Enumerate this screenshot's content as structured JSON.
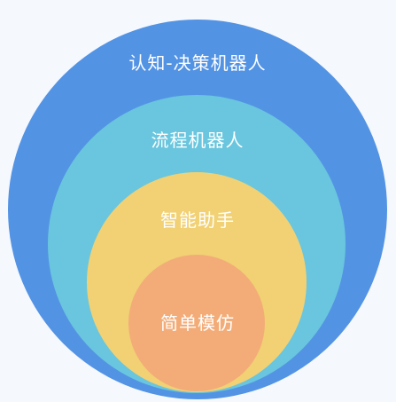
{
  "diagram": {
    "layers": [
      {
        "label": "认知-决策机器人",
        "color": "#5393e4"
      },
      {
        "label": "流程机器人",
        "color": "#69c6de"
      },
      {
        "label": "智能助手",
        "color": "#f1d174"
      },
      {
        "label": "简单模仿",
        "color": "#f3ac78"
      }
    ]
  }
}
